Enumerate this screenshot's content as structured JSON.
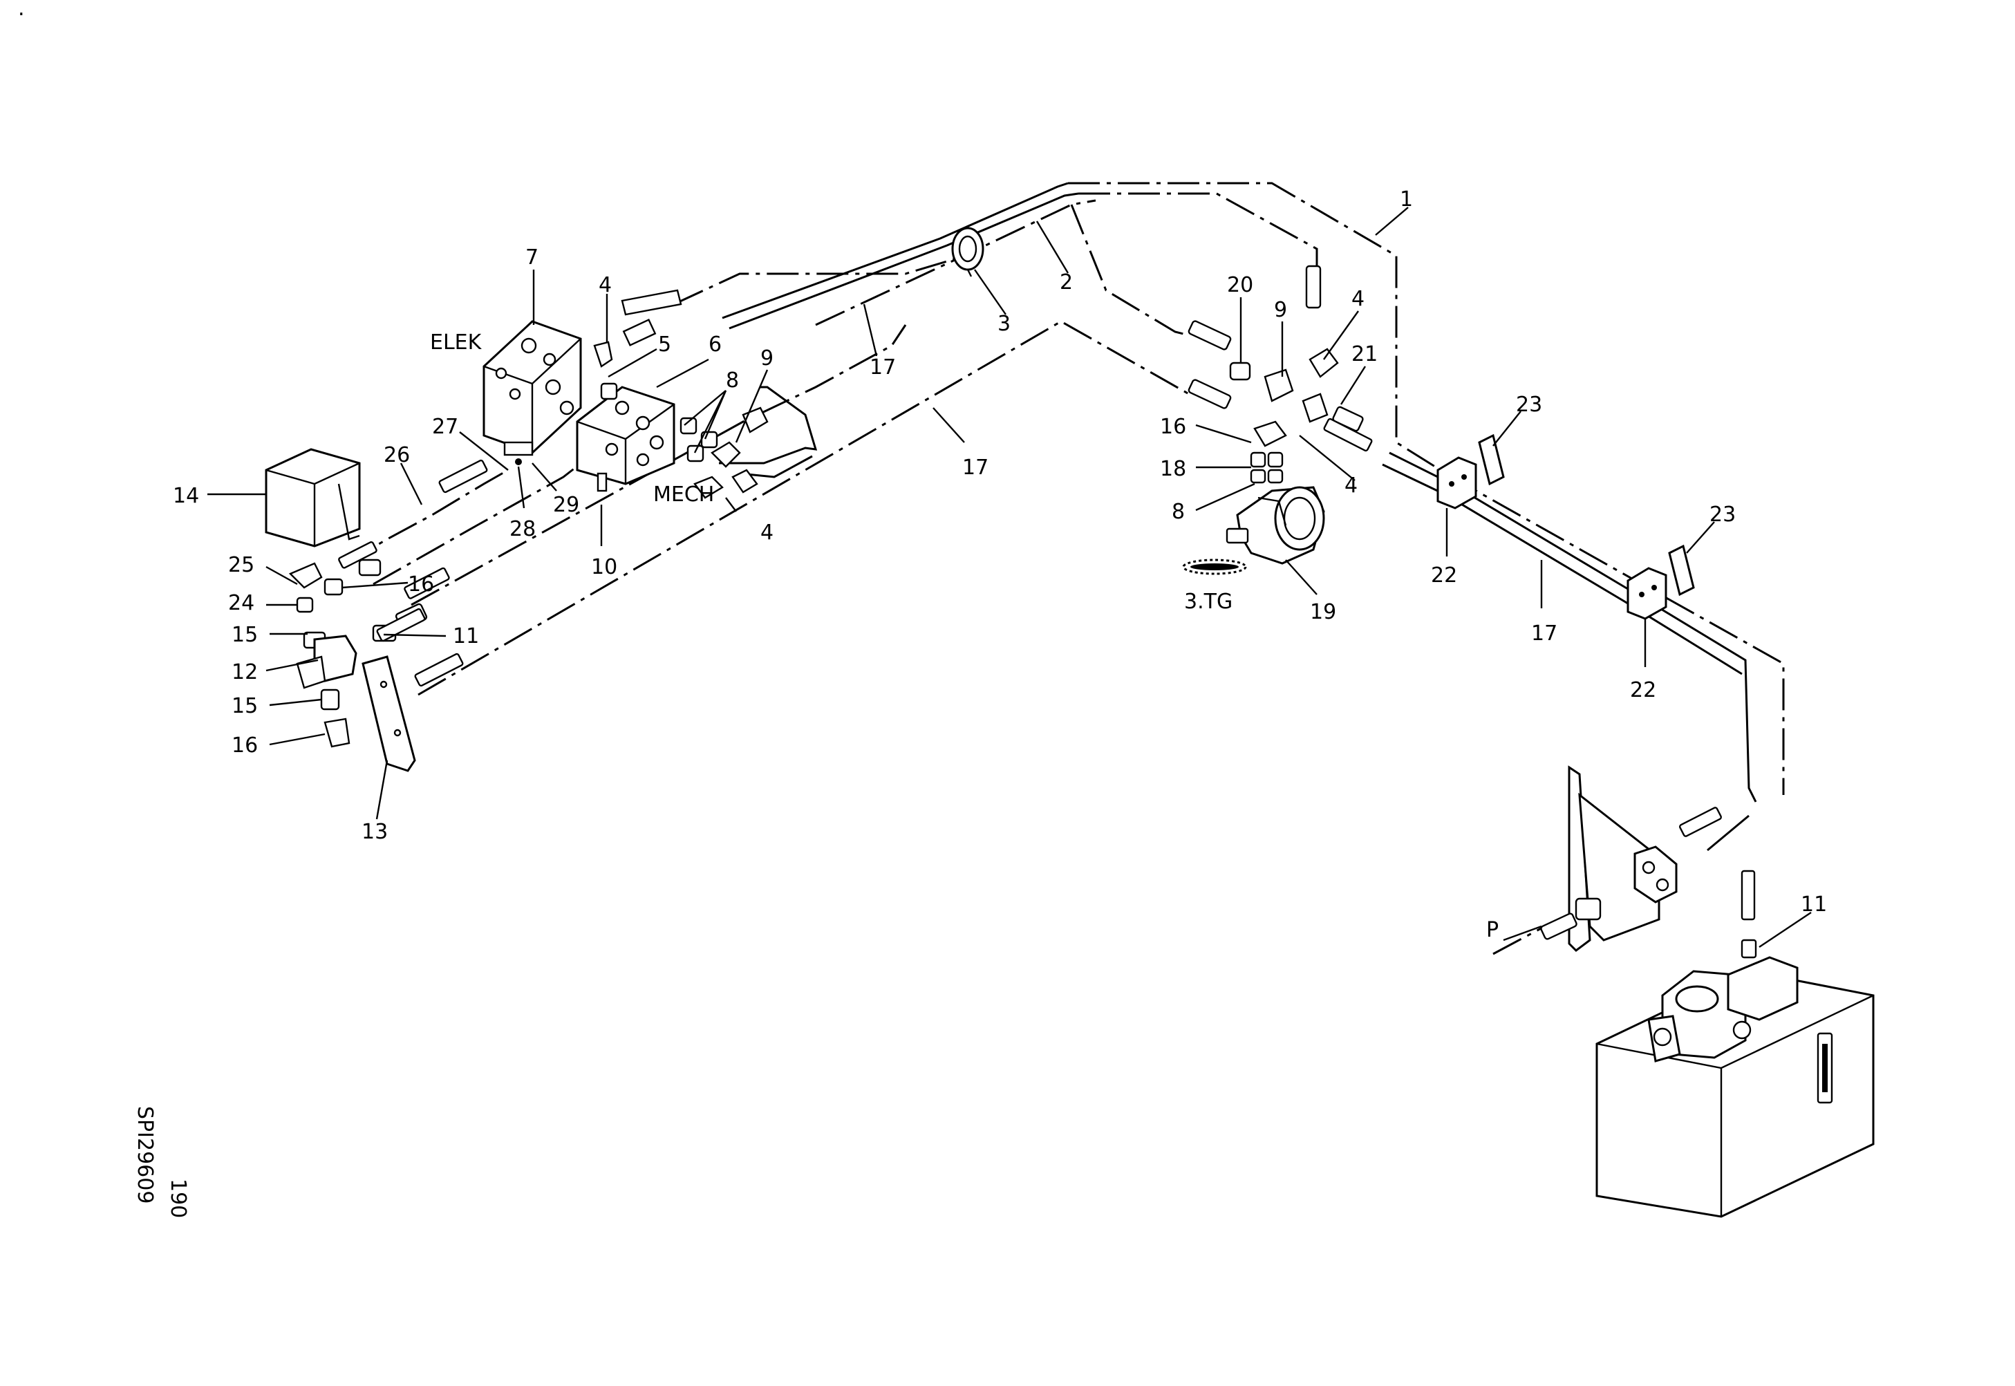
{
  "drawing": {
    "title_code": "SPI29609",
    "sheet_number": "190",
    "top_left_mark": "."
  },
  "annotations": {
    "elek": "ELEK",
    "mech": "MECH",
    "tg": "3.TG",
    "p": "P"
  },
  "callouts": {
    "c1": "1",
    "c2": "2",
    "c3": "3",
    "c4a": "4",
    "c4b": "4",
    "c4c": "4",
    "c4d": "4",
    "c5": "5",
    "c6": "6",
    "c7": "7",
    "c8a": "8",
    "c8b": "8",
    "c9a": "9",
    "c9b": "9",
    "c10": "10",
    "c11a": "11",
    "c11b": "11",
    "c12": "12",
    "c13": "13",
    "c14": "14",
    "c15a": "15",
    "c15b": "15",
    "c16a": "16",
    "c16b": "16",
    "c16c": "16",
    "c17a": "17",
    "c17b": "17",
    "c17c": "17",
    "c18": "18",
    "c19": "19",
    "c20": "20",
    "c21": "21",
    "c22a": "22",
    "c22b": "22",
    "c23a": "23",
    "c23b": "23",
    "c24": "24",
    "c25": "25",
    "c26": "26",
    "c27": "27",
    "c28": "28",
    "c29": "29"
  }
}
